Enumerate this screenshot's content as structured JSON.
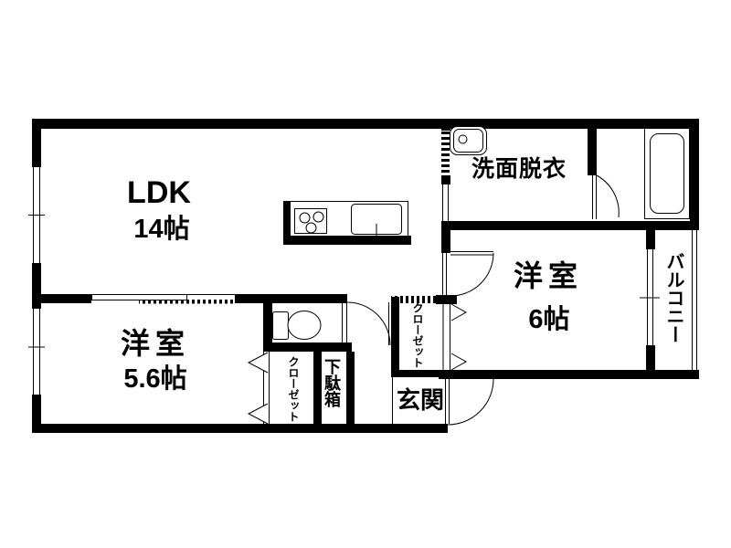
{
  "floorplan": {
    "rooms": {
      "ldk": {
        "name": "LDK",
        "size": "14帖"
      },
      "washroom": {
        "name": "洗面脱衣"
      },
      "bedroom6": {
        "name": "洋室",
        "size": "6帖"
      },
      "bedroom56": {
        "name": "洋室",
        "size": "5.6帖"
      },
      "balcony": {
        "name": "バルコニー"
      },
      "closet_bedroom6": {
        "name": "クローゼット"
      },
      "closet_bedroom56": {
        "name": "クローゼット"
      },
      "shoe_cabinet": {
        "name": "下駄箱"
      },
      "entrance": {
        "name": "玄関"
      }
    },
    "fixtures": {
      "kitchen_stove": "gas-stove-3-burner",
      "kitchen_sink": "kitchen-sink",
      "vanity": "washbasin",
      "bathtub": "bathtub",
      "toilet": "toilet"
    },
    "colors": {
      "wall": "#000000",
      "background": "#ffffff"
    }
  }
}
